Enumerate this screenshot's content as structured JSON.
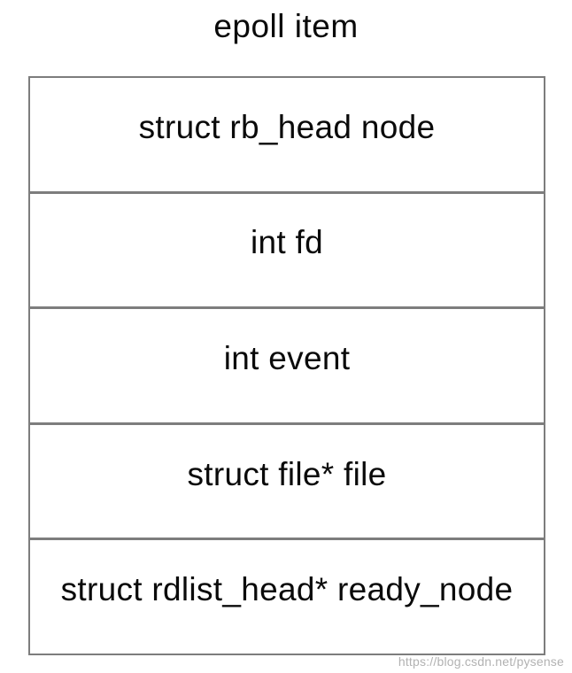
{
  "diagram": {
    "title": "epoll item",
    "fields": [
      "struct rb_head node",
      "int fd",
      "int event",
      "struct file* file",
      "struct rdlist_head* ready_node"
    ]
  },
  "watermark": "https://blog.csdn.net/pysense",
  "colors": {
    "background": "#ffffff",
    "border": "#7d7d7d",
    "text": "#0a0a0a",
    "watermark": "#b2b2b2"
  }
}
